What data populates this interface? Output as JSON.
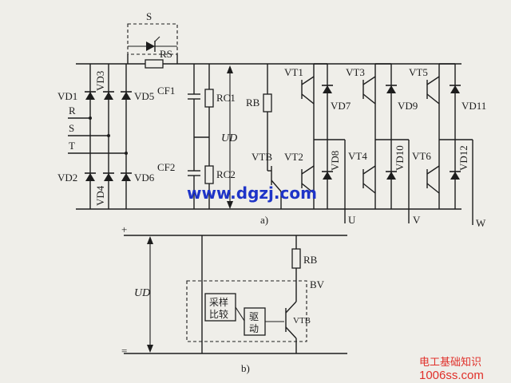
{
  "circuit_a": {
    "switch_S": "S",
    "resistor_RS": "RS",
    "rectifier_diodes": [
      "VD1",
      "VD3",
      "VD5",
      "VD2",
      "VD4",
      "VD6"
    ],
    "inputs": [
      "R",
      "S",
      "T"
    ],
    "capacitors": [
      "CF1",
      "CF2"
    ],
    "cap_resistors": [
      "RC1",
      "RC2"
    ],
    "voltage": "UD",
    "brake_resistor": "RB",
    "brake_transistor": "VTB",
    "inverter_transistors": [
      "VT1",
      "VT3",
      "VT5",
      "VT2",
      "VT4",
      "VT6"
    ],
    "freewheel_diodes": [
      "VD7",
      "VD9",
      "VD11",
      "VD8",
      "VD10",
      "VD12"
    ],
    "outputs": [
      "U",
      "V",
      "W"
    ],
    "caption": "a)"
  },
  "circuit_b": {
    "plus": "+",
    "minus": "=",
    "voltage": "UD",
    "resistor": "RB",
    "bv": "BV",
    "compare_line1": "采样",
    "compare_line2": "比较",
    "drive_line1": "驱",
    "drive_line2": "动",
    "transistor": "VTB",
    "caption": "b)"
  },
  "watermark": "www.dgzj.com",
  "site": {
    "name": "电工基础知识",
    "domain": "1006ss.com"
  },
  "colors": {
    "ink": "#1d1d1d",
    "paper": "#efeee9",
    "watermark": "#1e34c8",
    "site": "#e0302a"
  }
}
